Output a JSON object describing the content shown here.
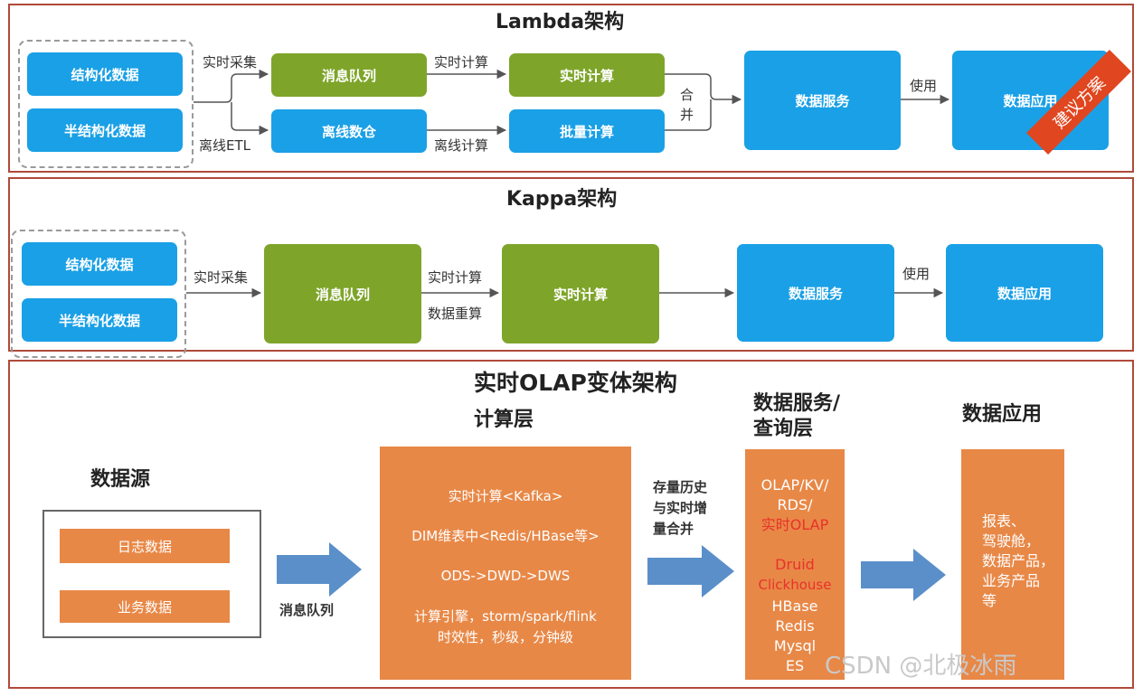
{
  "lambda": {
    "title": "Lambda架构",
    "sources": [
      "结构化数据",
      "半结构化数据"
    ],
    "collect_realtime": "实时采集",
    "collect_offline": "离线ETL",
    "queue": "消息队列",
    "warehouse": "离线数仓",
    "compute_realtime_label": "实时计算",
    "compute_offline_label": "离线计算",
    "realtime_box": "实时计算",
    "batch_box": "批量计算",
    "merge": [
      "合",
      "并"
    ],
    "service": "数据服务",
    "use": "使用",
    "app": "数据应用",
    "ribbon": "建议方案"
  },
  "kappa": {
    "title": "Kappa架构",
    "sources": [
      "结构化数据",
      "半结构化数据"
    ],
    "collect": "实时采集",
    "queue": "消息队列",
    "compute_label_1": "实时计算",
    "compute_label_2": "数据重算",
    "compute_box": "实时计算",
    "service": "数据服务",
    "use": "使用",
    "app": "数据应用"
  },
  "olap": {
    "title": "实时OLAP变体架构",
    "source_title": "数据源",
    "sources": [
      "日志数据",
      "业务数据"
    ],
    "queue_label": "消息队列",
    "compute_title": "计算层",
    "compute_lines": [
      "实时计算<Kafka>",
      "DIM维表中<Redis/HBase等>",
      "ODS->DWD->DWS",
      "计算引擎，storm/spark/flink",
      "时效性，秒级，分钟级"
    ],
    "merge_label": [
      "存量历史",
      "与实时增",
      "量合并"
    ],
    "service_title": [
      "数据服务/",
      "查询层"
    ],
    "service_lines": [
      "OLAP/KV/",
      "RDS/",
      "实时OLAP",
      "Druid",
      "Clickhouse",
      "HBase",
      "Redis",
      "Mysql",
      "ES"
    ],
    "app_title": "数据应用",
    "app_lines": [
      "报表、",
      "驾驶舱，",
      "数据产品，",
      "业务产品",
      "等"
    ],
    "watermark": "CSDN @北极冰雨"
  },
  "colors": {
    "blue": "#1aa0e6",
    "green": "#7ea52a",
    "orange": "#e88847",
    "border": "#b04a3a",
    "ribbon": "#e0461f",
    "arrow_blue": "#5b8fc9"
  }
}
